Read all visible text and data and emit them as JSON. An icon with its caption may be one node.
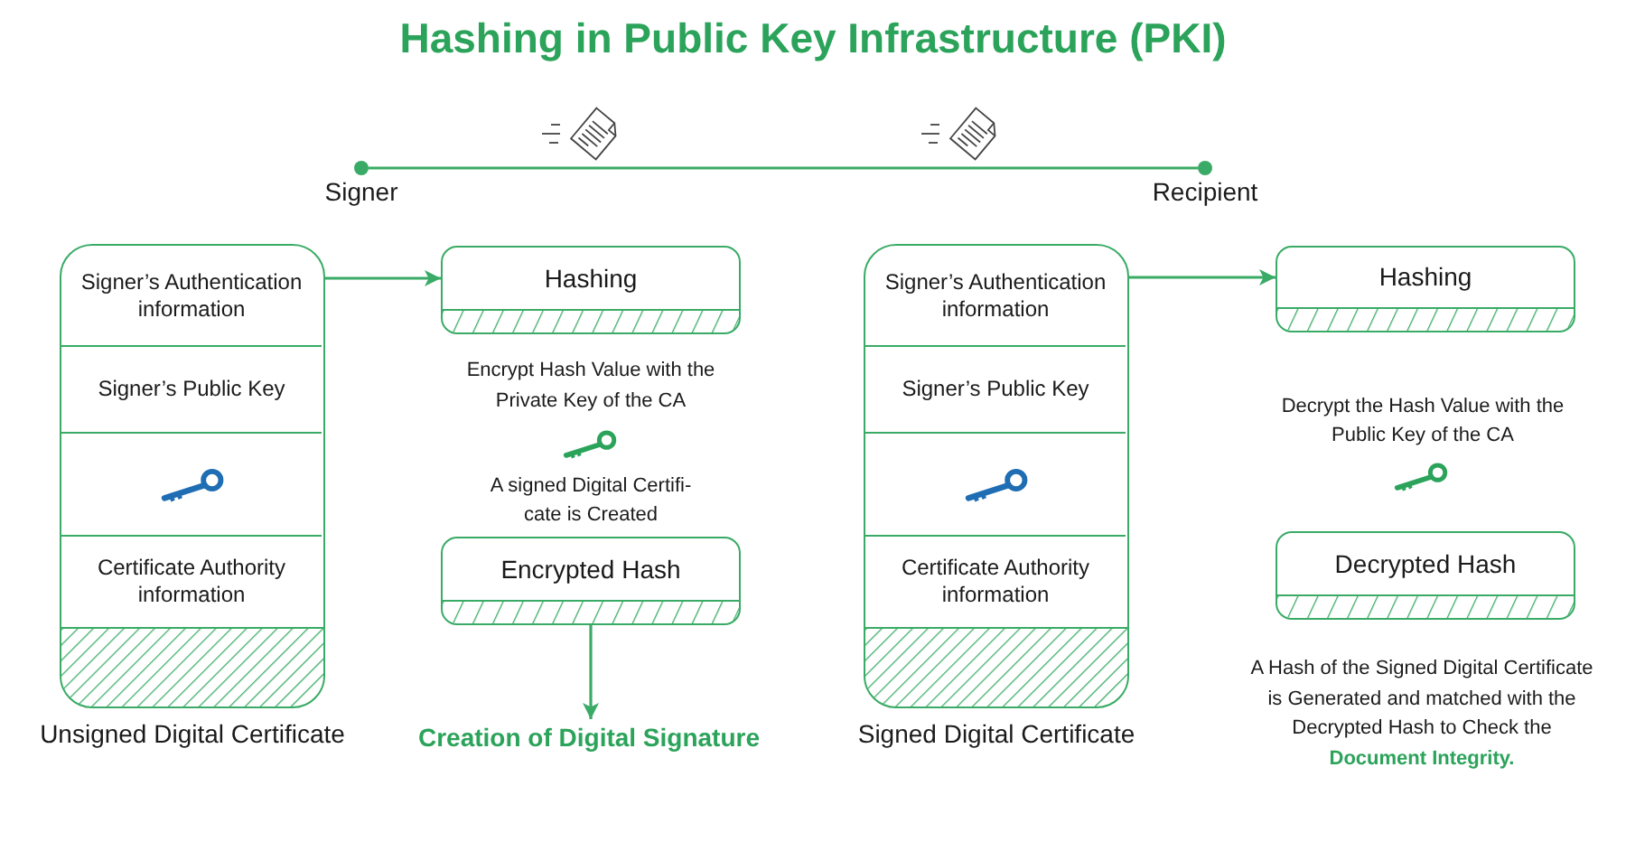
{
  "diagram": {
    "title": "Hashing in Public Key Infrastructure (PKI)",
    "nodes": [
      {
        "text": [],
        "shape": "circle",
        "beside": [
          "Signer"
        ]
      },
      {
        "text": [],
        "shape": "circle",
        "beside": [
          "Recipient"
        ]
      },
      {
        "text": [
          "Unsigned Digital Certificate"
        ]
      },
      {
        "text": [
          "Signer’s Authentication information"
        ],
        "in": 2
      },
      {
        "text": [
          "Signer’s Public Key"
        ],
        "in": 2
      },
      {
        "text": [],
        "shape": "box",
        "in": 2
      },
      {
        "text": [
          "Certificate Authority information"
        ],
        "in": 2
      },
      {
        "text": [
          "Hashing"
        ]
      },
      {
        "text": [
          "Encrypted Hash"
        ]
      },
      {
        "text": [
          "Creation of Digital Signature"
        ]
      },
      {
        "text": [
          "Signed Digital Certificate"
        ]
      },
      {
        "text": [
          "Signer’s Authentication information"
        ],
        "in": 10
      },
      {
        "text": [
          "Signer’s Public Key"
        ],
        "in": 10
      },
      {
        "text": [],
        "shape": "box",
        "in": 10
      },
      {
        "text": [
          "Certificate Authority information"
        ],
        "in": 10
      },
      {
        "text": [
          "Hashing"
        ]
      },
      {
        "text": [
          "Decrypted Hash"
        ]
      }
    ],
    "edges": [
      {
        "from": 0,
        "to": 1,
        "arrow": "none"
      },
      {
        "from": 3,
        "to": 7,
        "arrow": "to"
      },
      {
        "from": 8,
        "to": 9,
        "arrow": "to"
      },
      {
        "from": 11,
        "to": 15,
        "arrow": "to"
      }
    ],
    "labels": [
      "Encrypt Hash Value with the Private Key of the CA",
      "A signed Digital Certifi- cate is Created",
      "Decrypt the Hash Value with the Public Key of the CA",
      "A Hash of the Signed Digital Certificate is Generated and matched with the Decrypted Hash to Check the **Document Integrity.**"
    ]
  }
}
